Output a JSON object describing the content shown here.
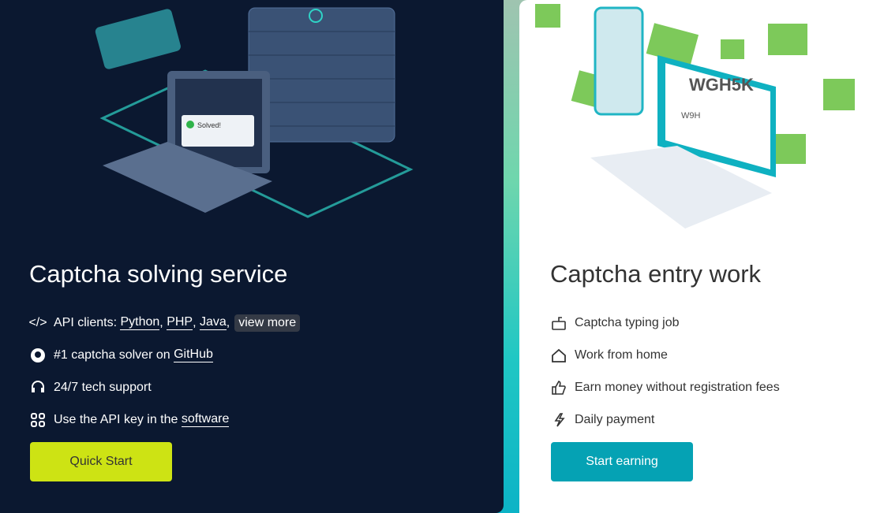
{
  "left": {
    "title": "Captcha solving service",
    "items": [
      {
        "icon": "code-icon",
        "prefix": "API clients: ",
        "links": [
          "Python",
          "PHP",
          "Java"
        ],
        "more": "view more"
      },
      {
        "icon": "github-icon",
        "text": "#1 captcha solver on ",
        "link": "GitHub"
      },
      {
        "icon": "headset-icon",
        "text": "24/7 tech support"
      },
      {
        "icon": "grid-icon",
        "text": "Use the API key in the ",
        "link": "software"
      }
    ],
    "button": "Quick Start",
    "button_color": "#cde314",
    "screen_text": "Solved!"
  },
  "right": {
    "title": "Captcha entry work",
    "items": [
      {
        "icon": "keyboard-icon",
        "text": "Captcha typing job"
      },
      {
        "icon": "home-icon",
        "text": "Work from home"
      },
      {
        "icon": "thumbs-up-icon",
        "text": "Earn money without registration fees"
      },
      {
        "icon": "lightning-icon",
        "text": "Daily payment"
      }
    ],
    "button": "Start earning",
    "button_color": "#05a2b4",
    "captcha_text": "WGH5K",
    "input_text": "W9H"
  }
}
